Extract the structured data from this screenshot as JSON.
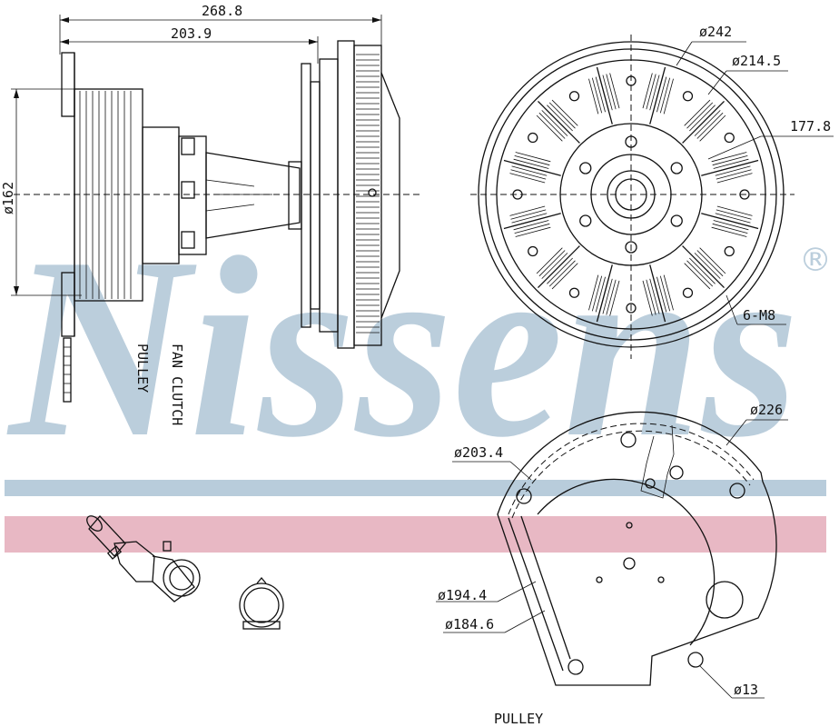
{
  "colors": {
    "line": "#111111",
    "watermark": "#b8ccdb",
    "stripe_blue": "#b8ccdb",
    "stripe_pink": "#e8b8c4"
  },
  "watermark": {
    "text": "Nissens",
    "registered": "®"
  },
  "side_view": {
    "dims": {
      "overall_length": "268.8",
      "to_flange": "203.9",
      "pulley_diameter": "ø162"
    },
    "labels": {
      "pulley": "PULLEY",
      "fan_clutch": "FAN CLUTCH"
    }
  },
  "front_view": {
    "dims": {
      "outer": "ø242",
      "pitch": "ø214.5",
      "bolt": "177.8",
      "holes": "6-M8"
    }
  },
  "pulley_view": {
    "dims": {
      "outer": "ø226",
      "pcd": "ø203.4",
      "groove": "ø194.4",
      "inner": "ø184.6",
      "hole": "ø13"
    },
    "label": "PULLEY"
  },
  "icons": {
    "connector": "connector-icon",
    "ring_clip": "ring-clip-icon"
  }
}
